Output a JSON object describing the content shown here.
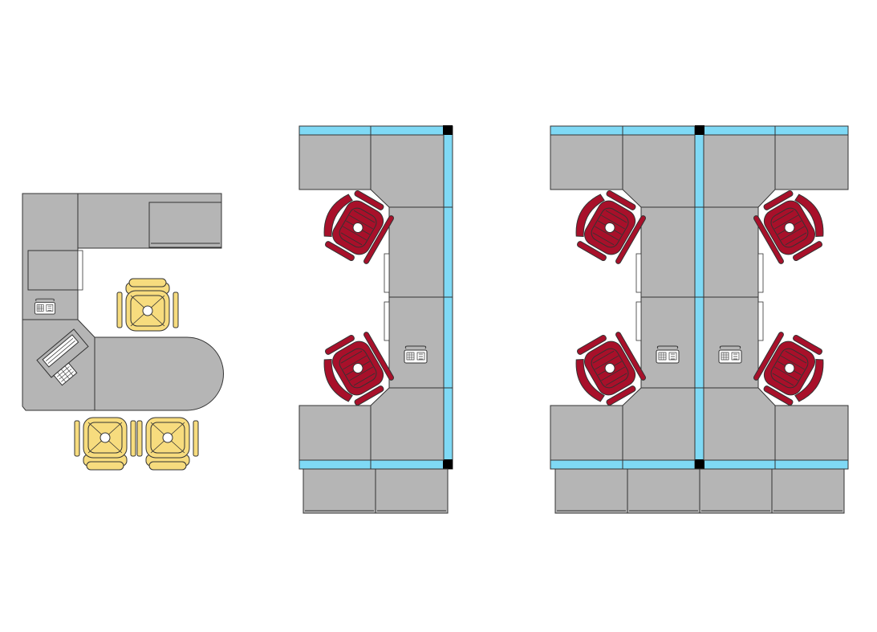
{
  "drawing": {
    "colors": {
      "background": "#ffffff",
      "desk_surface": "#b5b5b5",
      "outline": "#333333",
      "glass_panel": "#7fd9f5",
      "panel_post": "#000000",
      "visitor_chair": "#f7dc7e",
      "task_chair": "#a8102a"
    },
    "groups": [
      {
        "id": "reception-desk",
        "chairs": 3,
        "chair_style": "visitor",
        "icons": [
          "telephone-icon",
          "printer-icon"
        ]
      },
      {
        "id": "workstation-pod-2",
        "chairs": 2,
        "chair_style": "task",
        "icons": [
          "telephone-icon"
        ]
      },
      {
        "id": "workstation-pod-4",
        "chairs": 4,
        "chair_style": "task",
        "icons": [
          "telephone-icon",
          "telephone-icon"
        ]
      }
    ]
  }
}
